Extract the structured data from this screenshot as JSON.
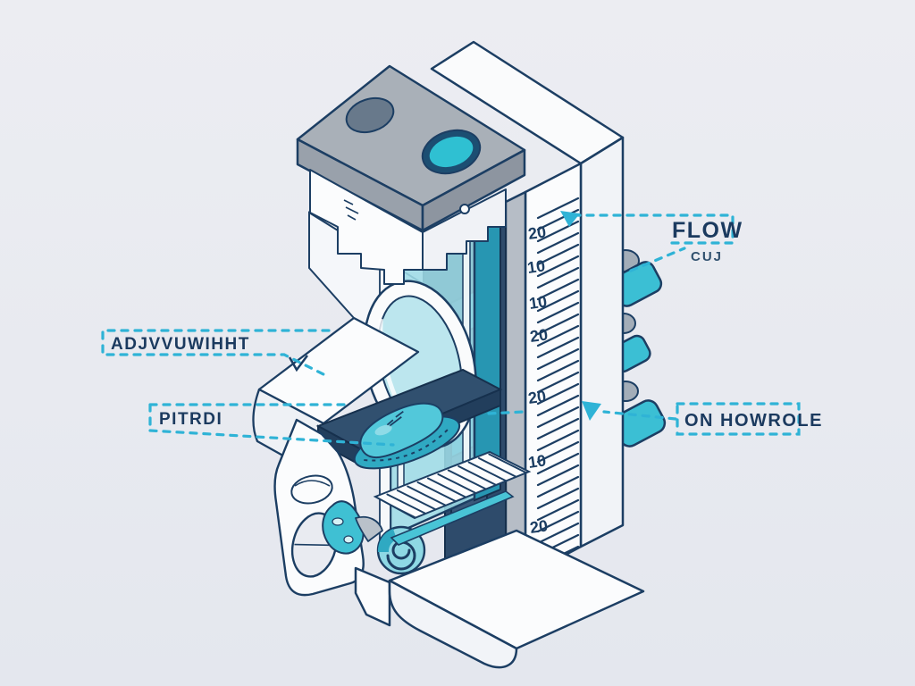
{
  "diagram": {
    "type": "isometric-technical-illustration",
    "callouts": {
      "flow": {
        "label": "FLOW",
        "sublabel": "CUJ"
      },
      "adjust": {
        "label": "ADJVVUWIHHT"
      },
      "pitrdi": {
        "label": "PITRDI"
      },
      "on_howrole": {
        "label": "ON HOWROLE"
      }
    },
    "ruler": {
      "tick_labels": [
        "20",
        "10",
        "10",
        "20",
        "20",
        "10",
        "20"
      ]
    },
    "colors": {
      "background": "#e9ebf1",
      "outline": "#1c3e63",
      "callout_cyan": "#2fb3d6",
      "teal_bright": "#3bbfd4",
      "glass_teal": "#9fdce7",
      "panel_dark_navy": "#2e4b6b",
      "slab_gray": "#a9b0b8"
    }
  }
}
